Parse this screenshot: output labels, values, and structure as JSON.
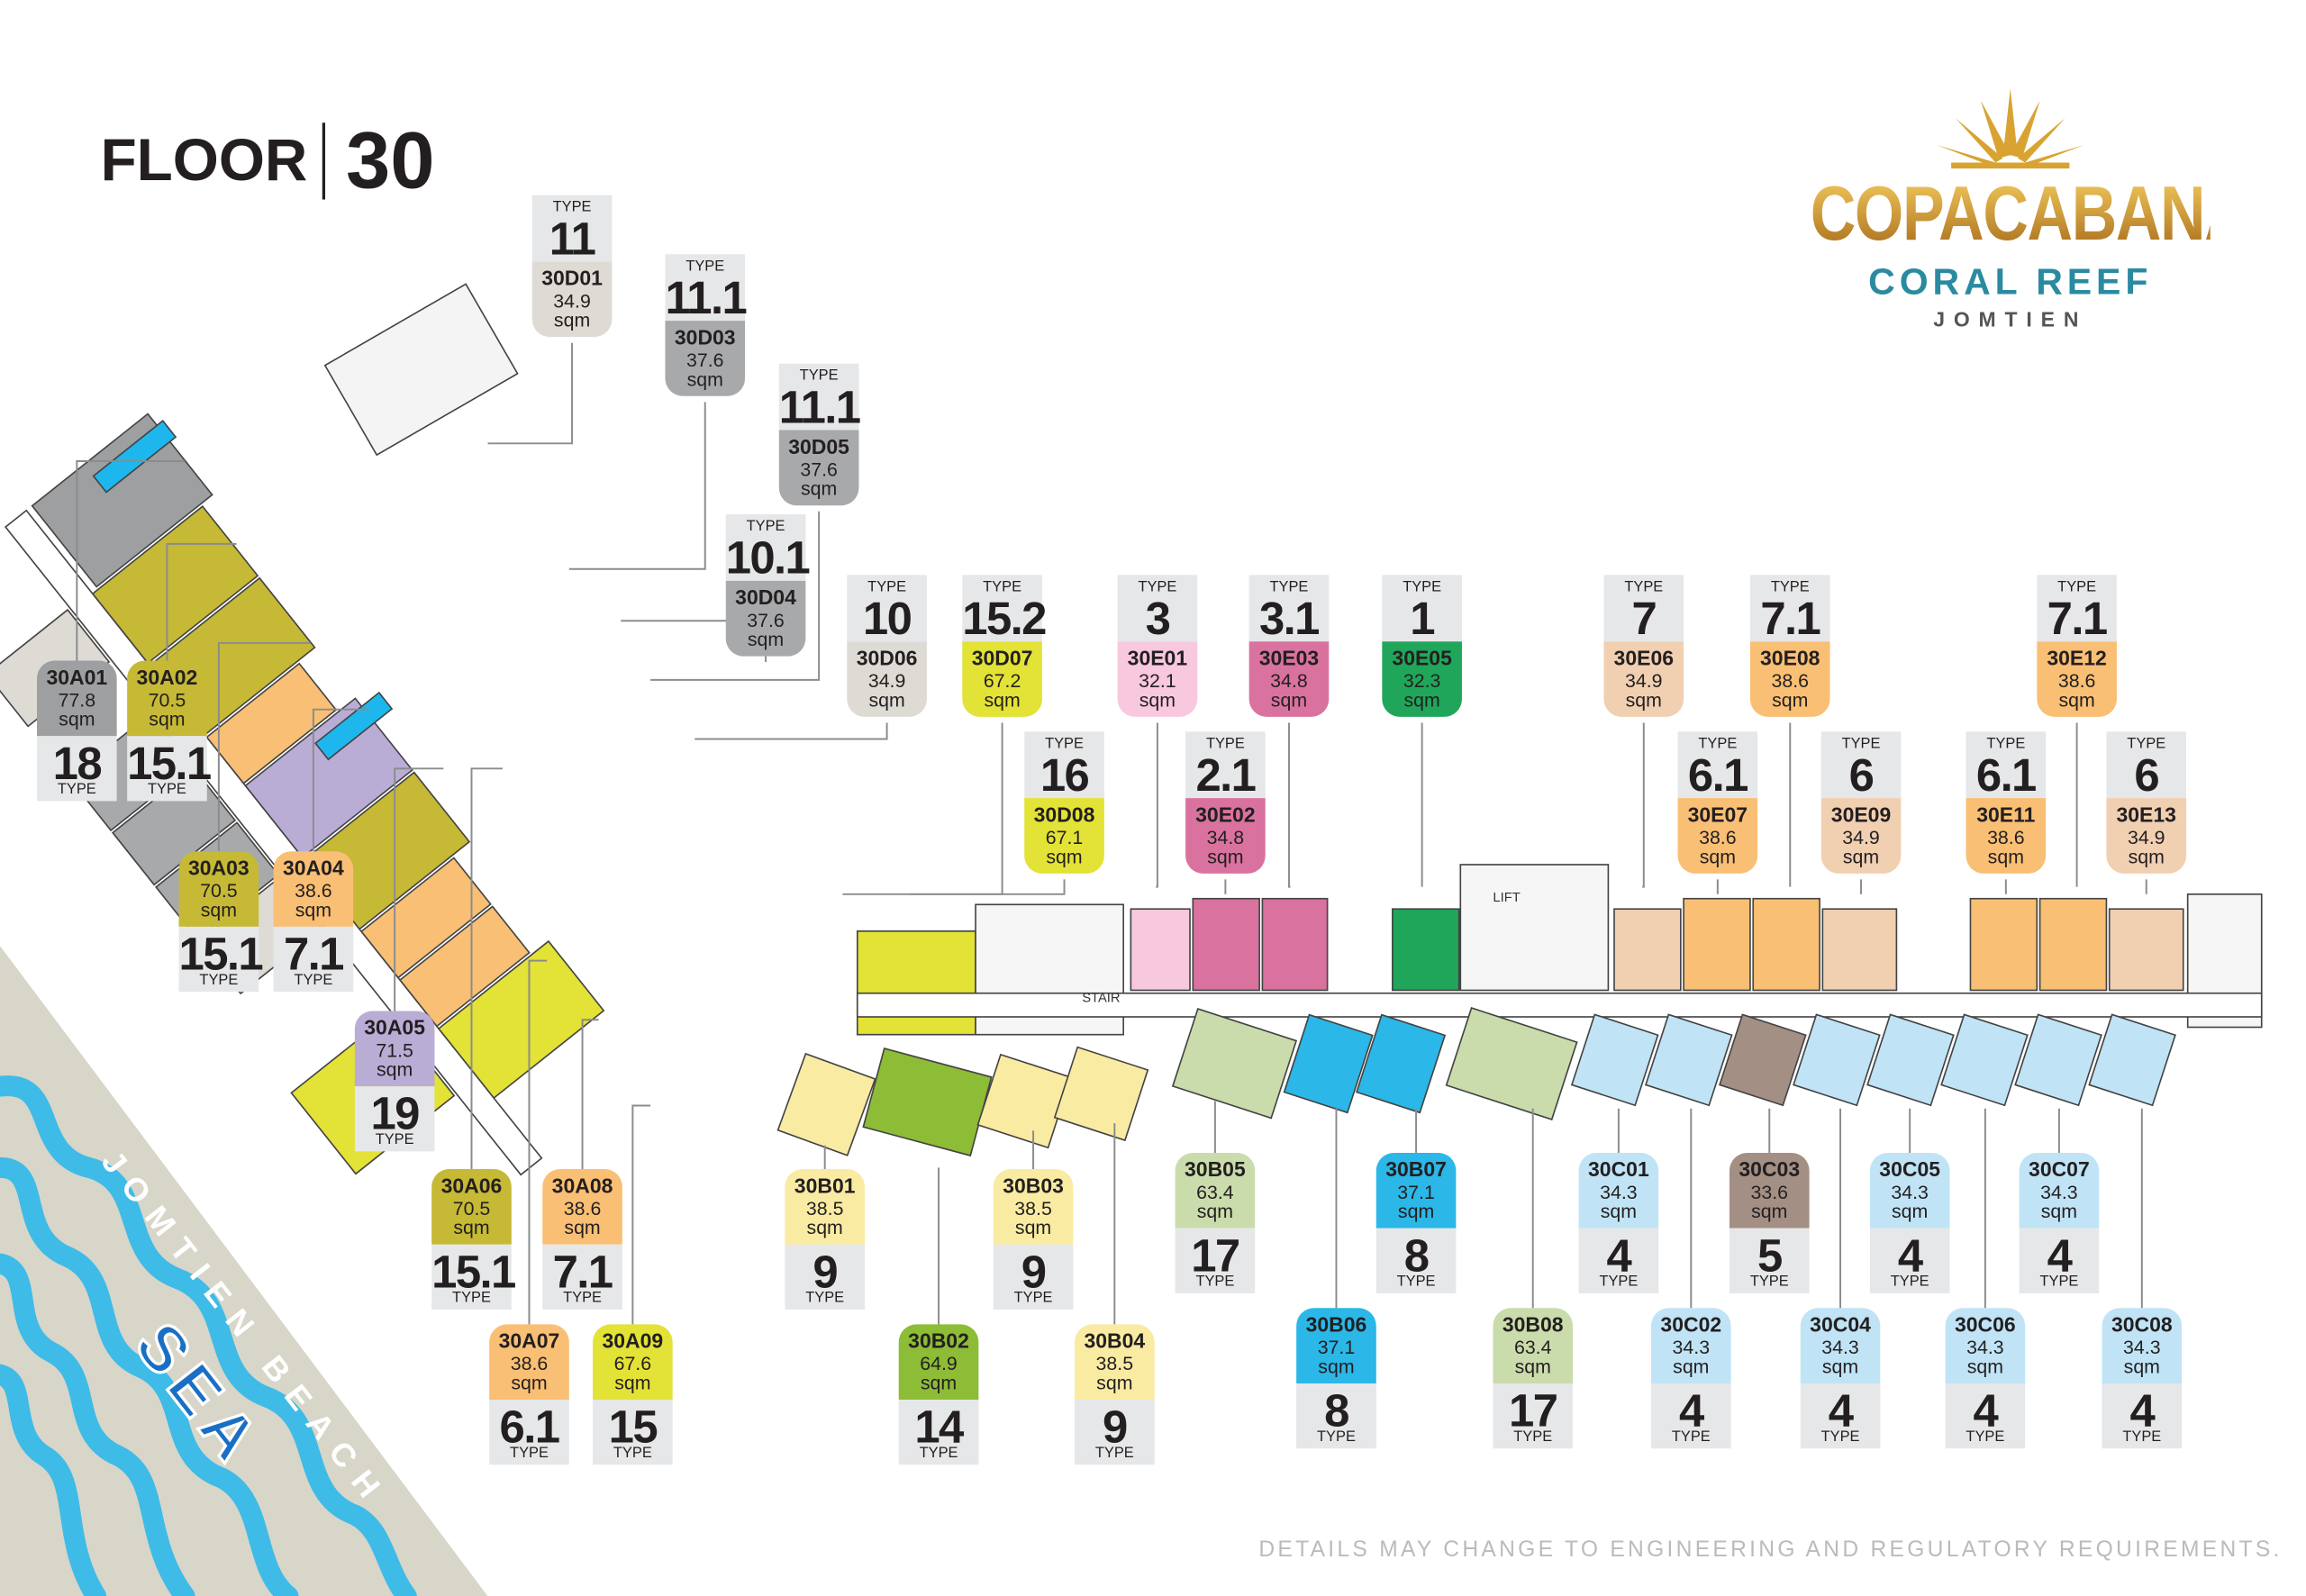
{
  "header": {
    "floor_word": "FLOOR",
    "floor_number": "30"
  },
  "logo": {
    "brand": "COPACABANA",
    "sub": "CORAL REEF",
    "location": "JOMTIEN"
  },
  "sea": {
    "beach": "JOMTIEN BEACH",
    "sea": "SEA"
  },
  "disclaimer": "DETAILS MAY CHANGE TO ENGINEERING AND REGULATORY REQUIREMENTS.",
  "type_word": "TYPE",
  "sqm_word": "sqm",
  "plan_labels": {
    "stair": "STAIR",
    "lift": "LIFT"
  },
  "units": [
    {
      "unit": "30D01",
      "area": "34.9",
      "type": "11",
      "color": "#dedbd5"
    },
    {
      "unit": "30D03",
      "area": "37.6",
      "type": "11.1",
      "color": "#a7a9ab"
    },
    {
      "unit": "30D05",
      "area": "37.6",
      "type": "11.1",
      "color": "#a7a9ab"
    },
    {
      "unit": "30D04",
      "area": "37.6",
      "type": "10.1",
      "color": "#a7a9ab"
    },
    {
      "unit": "30D06",
      "area": "34.9",
      "type": "10",
      "color": "#dedbd5"
    },
    {
      "unit": "30D07",
      "area": "67.2",
      "type": "15.2",
      "color": "#e3e236"
    },
    {
      "unit": "30E01",
      "area": "32.1",
      "type": "3",
      "color": "#f8c8de"
    },
    {
      "unit": "30E03",
      "area": "34.8",
      "type": "3.1",
      "color": "#d9729f"
    },
    {
      "unit": "30E05",
      "area": "32.3",
      "type": "1",
      "color": "#20a65a"
    },
    {
      "unit": "30E06",
      "area": "34.9",
      "type": "7",
      "color": "#f1cfb1"
    },
    {
      "unit": "30E08",
      "area": "38.6",
      "type": "7.1",
      "color": "#f9bf74"
    },
    {
      "unit": "30E12",
      "area": "38.6",
      "type": "7.1",
      "color": "#f9bf74"
    },
    {
      "unit": "30D08",
      "area": "67.1",
      "type": "16",
      "color": "#e3e236"
    },
    {
      "unit": "30E02",
      "area": "34.8",
      "type": "2.1",
      "color": "#d9729f"
    },
    {
      "unit": "30E07",
      "area": "38.6",
      "type": "6.1",
      "color": "#f9bf74"
    },
    {
      "unit": "30E09",
      "area": "34.9",
      "type": "6",
      "color": "#f1cfb1"
    },
    {
      "unit": "30E11",
      "area": "38.6",
      "type": "6.1",
      "color": "#f9bf74"
    },
    {
      "unit": "30E13",
      "area": "34.9",
      "type": "6",
      "color": "#f1cfb1"
    },
    {
      "unit": "30A01",
      "area": "77.8",
      "type": "18",
      "color": "#9d9fa1"
    },
    {
      "unit": "30A02",
      "area": "70.5",
      "type": "15.1",
      "color": "#c6b935"
    },
    {
      "unit": "30A03",
      "area": "70.5",
      "type": "15.1",
      "color": "#c6b935"
    },
    {
      "unit": "30A04",
      "area": "38.6",
      "type": "7.1",
      "color": "#f9bf74"
    },
    {
      "unit": "30A05",
      "area": "71.5",
      "type": "19",
      "color": "#b9add6"
    },
    {
      "unit": "30A06",
      "area": "70.5",
      "type": "15.1",
      "color": "#c6b935"
    },
    {
      "unit": "30A08",
      "area": "38.6",
      "type": "7.1",
      "color": "#f9bf74"
    },
    {
      "unit": "30A07",
      "area": "38.6",
      "type": "6.1",
      "color": "#f9bf74"
    },
    {
      "unit": "30A09",
      "area": "67.6",
      "type": "15",
      "color": "#e3e236"
    },
    {
      "unit": "30B01",
      "area": "38.5",
      "type": "9",
      "color": "#f9eba2"
    },
    {
      "unit": "30B03",
      "area": "38.5",
      "type": "9",
      "color": "#f9eba2"
    },
    {
      "unit": "30B02",
      "area": "64.9",
      "type": "14",
      "color": "#8dbc36"
    },
    {
      "unit": "30B04",
      "area": "38.5",
      "type": "9",
      "color": "#f9eba2"
    },
    {
      "unit": "30B05",
      "area": "63.4",
      "type": "17",
      "color": "#cadcab"
    },
    {
      "unit": "30B07",
      "area": "37.1",
      "type": "8",
      "color": "#2bb7e7"
    },
    {
      "unit": "30B06",
      "area": "37.1",
      "type": "8",
      "color": "#2bb7e7"
    },
    {
      "unit": "30B08",
      "area": "63.4",
      "type": "17",
      "color": "#cadcab"
    },
    {
      "unit": "30C01",
      "area": "34.3",
      "type": "4",
      "color": "#c0e4f6"
    },
    {
      "unit": "30C03",
      "area": "33.6",
      "type": "5",
      "color": "#a48f85"
    },
    {
      "unit": "30C05",
      "area": "34.3",
      "type": "4",
      "color": "#c0e4f6"
    },
    {
      "unit": "30C07",
      "area": "34.3",
      "type": "4",
      "color": "#c0e4f6"
    },
    {
      "unit": "30C02",
      "area": "34.3",
      "type": "4",
      "color": "#c0e4f6"
    },
    {
      "unit": "30C04",
      "area": "34.3",
      "type": "4",
      "color": "#c0e4f6"
    },
    {
      "unit": "30C06",
      "area": "34.3",
      "type": "4",
      "color": "#c0e4f6"
    },
    {
      "unit": "30C08",
      "area": "34.3",
      "type": "4",
      "color": "#c0e4f6"
    }
  ]
}
